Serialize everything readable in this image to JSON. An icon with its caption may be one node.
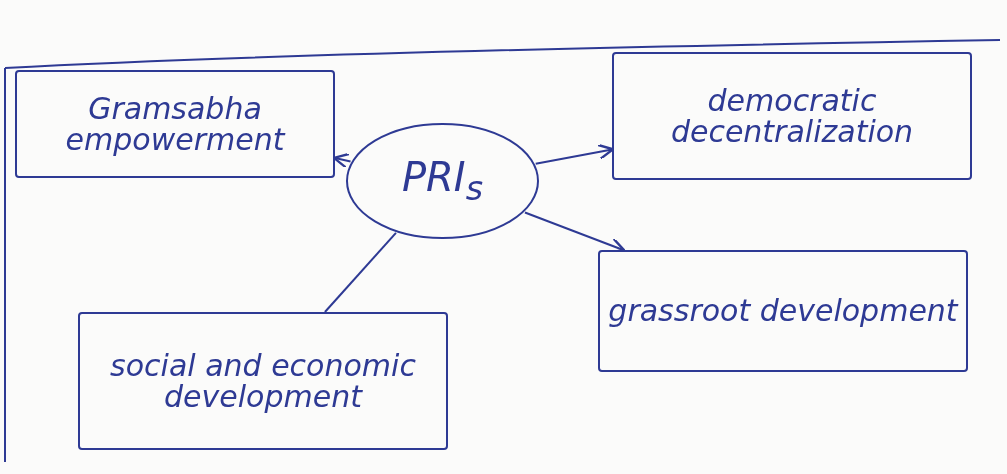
{
  "diagram": {
    "nodes": [
      {
        "text": [
          "Gramsabha empowerment"
        ]
      },
      {
        "text": [
          "democratic decentralization"
        ]
      },
      {
        "text": [
          "PRI$_{s}$"
        ]
      },
      {
        "text": [
          "grassroot development"
        ]
      },
      {
        "text": [
          "social and economic development"
        ]
      }
    ],
    "edges": [
      {
        "from": 2,
        "to": 0,
        "arrow": "to"
      },
      {
        "from": 2,
        "to": 1,
        "arrow": "to"
      },
      {
        "from": 2,
        "to": 3,
        "arrow": "to"
      },
      {
        "from": 2,
        "to": 4,
        "arrow": "none"
      }
    ]
  }
}
